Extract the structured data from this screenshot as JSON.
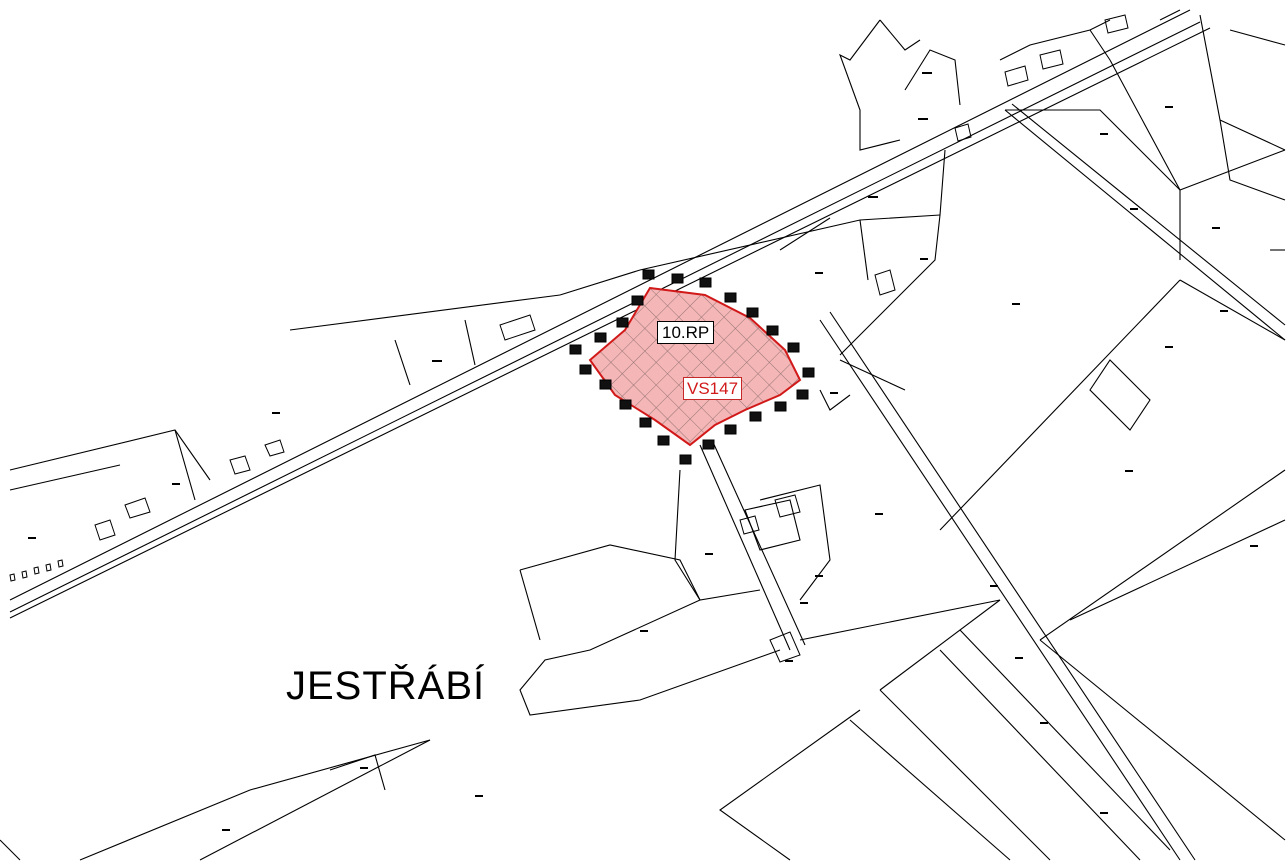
{
  "map": {
    "locality_name": "JESTŘÁBÍ",
    "area_labels": {
      "reserve": "10.RP",
      "plot": "VS147"
    },
    "colors": {
      "background": "#ffffff",
      "linework": "#000000",
      "highlight_fill": "#f4b6b6",
      "highlight_stroke": "#d11919",
      "highlight_label_text": "#d11919"
    },
    "symbols": [
      "hatch-marker-icon"
    ]
  }
}
